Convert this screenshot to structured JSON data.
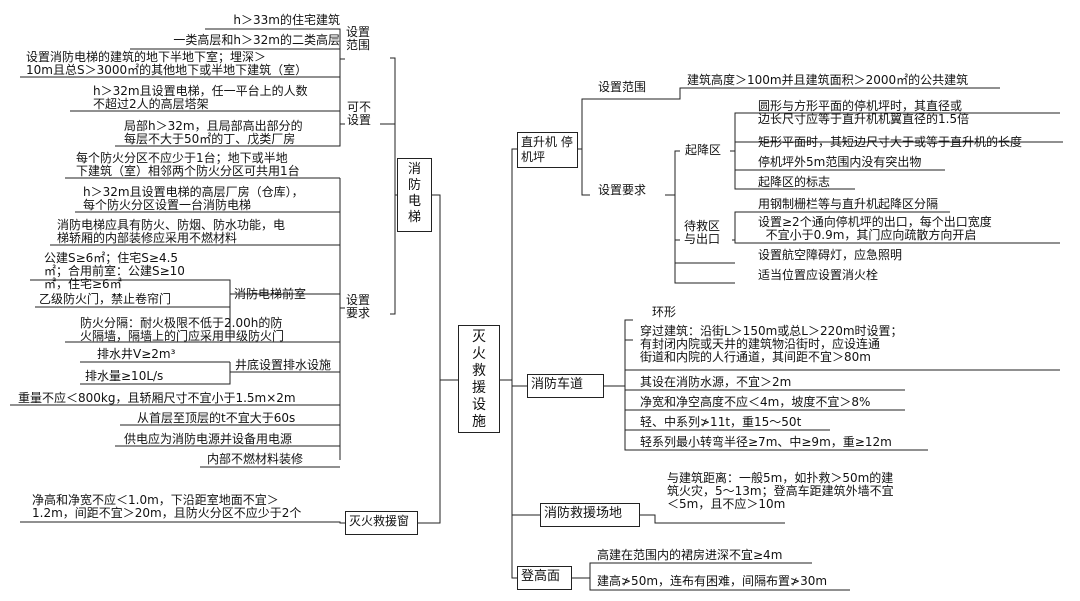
{
  "root": "灭\n火\n救\n援\n设\n施",
  "left": {
    "elevator": {
      "label": "消\n防\n电\n梯",
      "scope": {
        "label": "设置\n范围",
        "items": [
          "h＞33m的住宅建筑",
          "一类高层和h＞32m的二类高层",
          "设置消防电梯的建筑的地下半地下室；埋深＞\n10m且总S＞3000㎡的其他地下或半地下建筑（室）"
        ]
      },
      "exempt": {
        "label": "可不\n设置",
        "items": [
          "h＞32m且设置电梯，任一平台上的人数\n不超过2人的高层塔架",
          "局部h＞32m，且局部高出部分的\n每层不大于50㎡的丁、戊类厂房"
        ]
      },
      "req": {
        "label": "设置\n要求",
        "items": [
          "每个防火分区不应少于1台；地下或半地\n下建筑（室）相邻两个防火分区可共用1台",
          "h＞32m且设置电梯的高层厂房（仓库），\n每个防火分区设置一台消防电梯",
          "消防电梯应具有防火、防烟、防水功能，电\n梯轿厢的内部装修应采用不燃材料"
        ],
        "lobby": {
          "label": "消防电梯前室",
          "items": [
            "公建S≥6㎡；住宅S≥4.5\n㎡；合用前室：公建S≥10\n㎡，住宅≥6㎡",
            "乙级防火门，禁止卷帘门",
            "防火分隔：耐火极限不低于2.00h的防\n火隔墙，隔墙上的门应采用甲级防火门"
          ]
        },
        "drain": {
          "label": "井底设置排水设施",
          "items": [
            "排水井V≥2m³",
            "排水量≥10L/s"
          ]
        },
        "others": [
          "重量不应＜800kg，且轿厢尺寸不宜小于1.5m×2m",
          "从首层至顶层的t不宜大于60s",
          "供电应为消防电源并设备用电源",
          "内部不燃材料装修"
        ]
      }
    },
    "window": {
      "label": "灭火救援窗",
      "text": "净高和净宽不应＜1.0m，下沿距室地面不宜＞\n1.2m，间距不宜＞20m，且防火分区不应少于2个"
    }
  },
  "right": {
    "heli": {
      "label": "直升机\n停机坪",
      "scope": {
        "label": "设置范围",
        "text": "建筑高度＞100m并且建筑面积＞2000㎡的公共建筑"
      },
      "req": {
        "label": "设置要求",
        "landing": {
          "label": "起降区",
          "items": [
            "圆形与方形平面的停机坪时，其直径或\n边长尺寸应等于直升机机翼直径的1.5倍",
            "矩形平面时，其短边尺寸大于或等于直升机的长度",
            "停机坪外5m范围内没有突出物",
            "起降区的标志"
          ]
        },
        "rescue": {
          "label": "待救区\n与出口",
          "items": [
            "用钢制栅栏等与直升机起降区分隔",
            "设置≥2个通向停机坪的出口，每个出口宽度\n  不宜小于0.9m，其门应向疏散方向开启"
          ]
        },
        "others": [
          "设置航空障碍灯，应急照明",
          "适当位置应设置消火栓"
        ]
      }
    },
    "road": {
      "label": "消防车道",
      "items": [
        "环形",
        "穿过建筑：沿街L＞150m或总L＞220m时设置；\n有封闭内院或天井的建筑物沿街时，应设连通\n街道和内院的人行通道，其间距不宜＞80m",
        "其设在消防水源，不宜＞2m",
        "净宽和净空高度不应＜4m，坡度不宜＞8%",
        "轻、中系列≯11t，重15～50t",
        "轻系列最小转弯半径≥7m、中≥9m，重≥12m"
      ]
    },
    "site": {
      "label": "消防救援场地",
      "text": "与建筑距离：一般5m，如扑救＞50m的建\n筑火灾，5～13m；登高车距建筑外墙不宜\n＜5m，且不应＞10m"
    },
    "aerial": {
      "label": "登高面",
      "items": [
        "高建在范围内的裙房进深不宜≥4m",
        "建高≯50m，连布有困难，间隔布置≯30m"
      ]
    }
  }
}
